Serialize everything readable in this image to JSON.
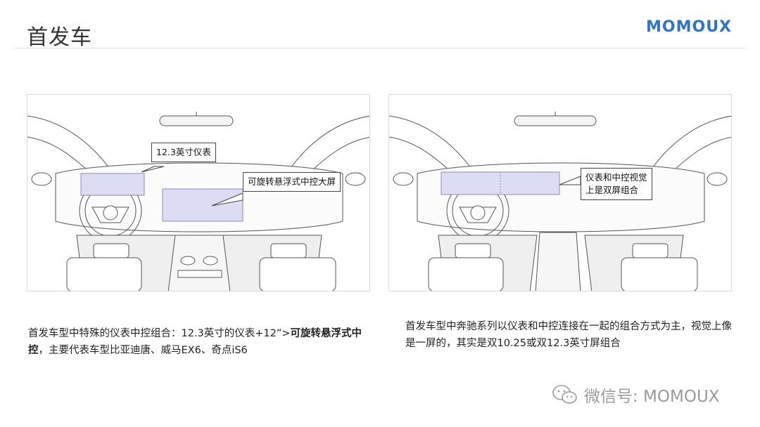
{
  "header": {
    "title": "首发车",
    "logo": "MOMOUX"
  },
  "left_panel": {
    "callouts": [
      "12.3英寸仪表",
      "可旋转悬浮式中控大屏"
    ],
    "description": {
      "part1": "首发车型中特殊的仪表中控组合：12.3英寸的仪表+12”>",
      "bold": "可旋转悬浮式中控",
      "part2": "，主要代表车型比亚迪唐、威马EX6、奇点iS6"
    }
  },
  "right_panel": {
    "callout_lines": [
      "仪表和中控视觉",
      "上是双屏组合"
    ],
    "description": "首发车型中奔驰系列以仪表和中控连接在一起的组合方式为主，视觉上像是一屏的，其实是双10.25或双12.3英寸屏组合"
  },
  "watermark": {
    "text": "微信号: MOMOUX",
    "icon": "wechat-icon"
  },
  "colors": {
    "screen_fill": "#dcdcf4",
    "screen_stroke": "#8c8cb4",
    "logo": "#2f74c7"
  }
}
